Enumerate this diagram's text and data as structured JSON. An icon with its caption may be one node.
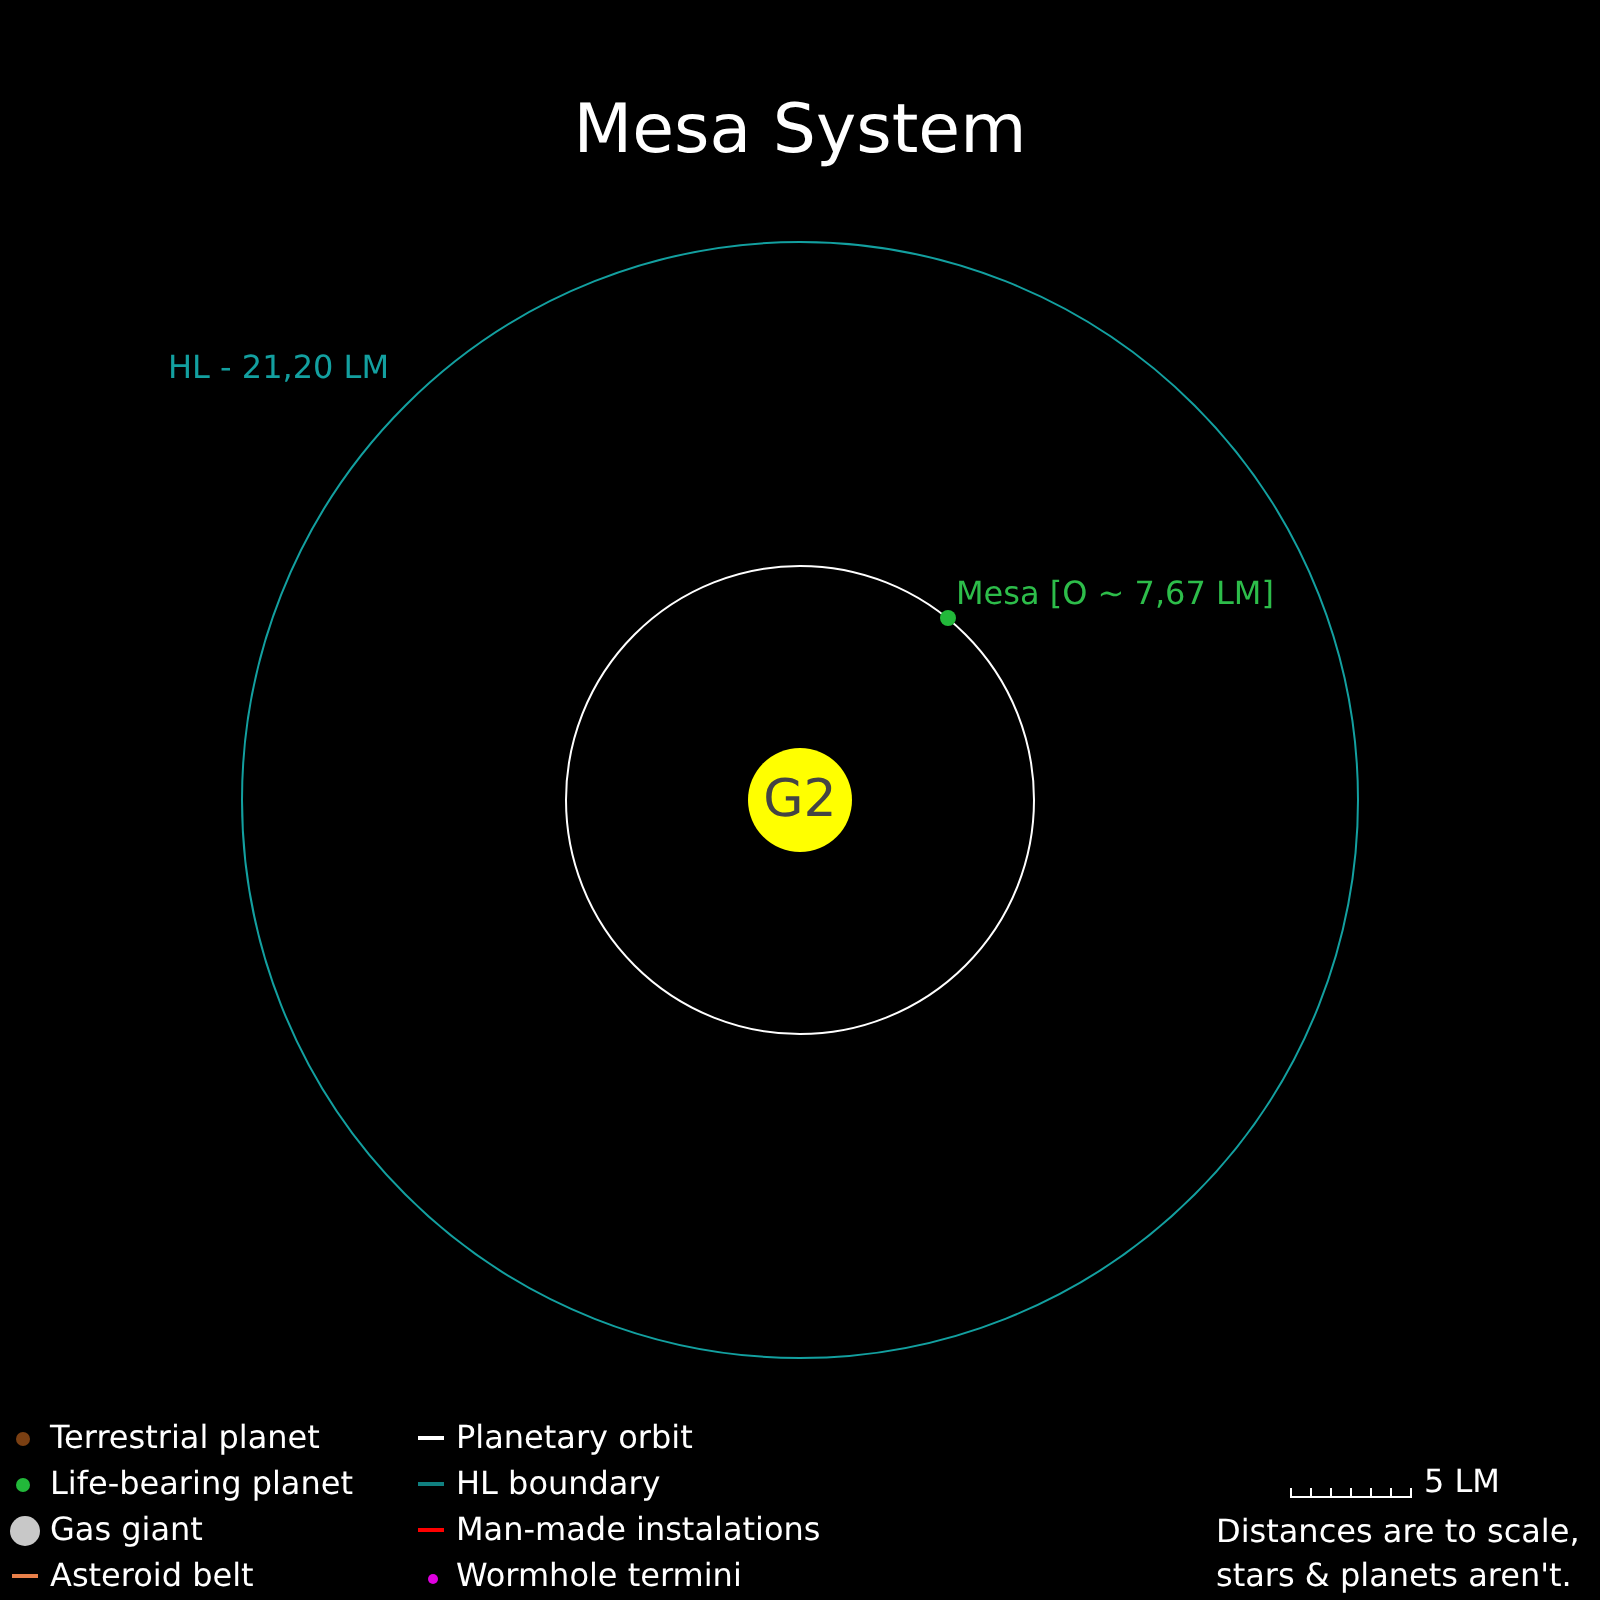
{
  "diagram": {
    "title": "Mesa System",
    "nodes": [
      {
        "text": [
          "G2"
        ]
      },
      {
        "text": [],
        "shape": "circle",
        "beside": [
          "Mesa [O ~ 7,67 LM]"
        ]
      }
    ],
    "labels": [
      "HL - 21,20 LM",
      "5 LM",
      "Distances are to scale, stars & planets aren't."
    ],
    "legend": [
      {
        "text": "Terrestrial planet",
        "color": "#7a3f12"
      },
      {
        "text": "Life-bearing planet",
        "color": "#22b83a"
      },
      {
        "text": "Gas giant",
        "color": "#c8c8c8"
      },
      {
        "text": "Asteroid belt",
        "color": "#e8804a"
      },
      {
        "text": "Planetary orbit",
        "color": "#ffffff"
      },
      {
        "text": "HL boundary",
        "color": "#108080"
      },
      {
        "text": "Man-made instalations",
        "color": "#ff0000"
      },
      {
        "text": "Wormhole termini",
        "color": "#e000e0"
      }
    ]
  }
}
